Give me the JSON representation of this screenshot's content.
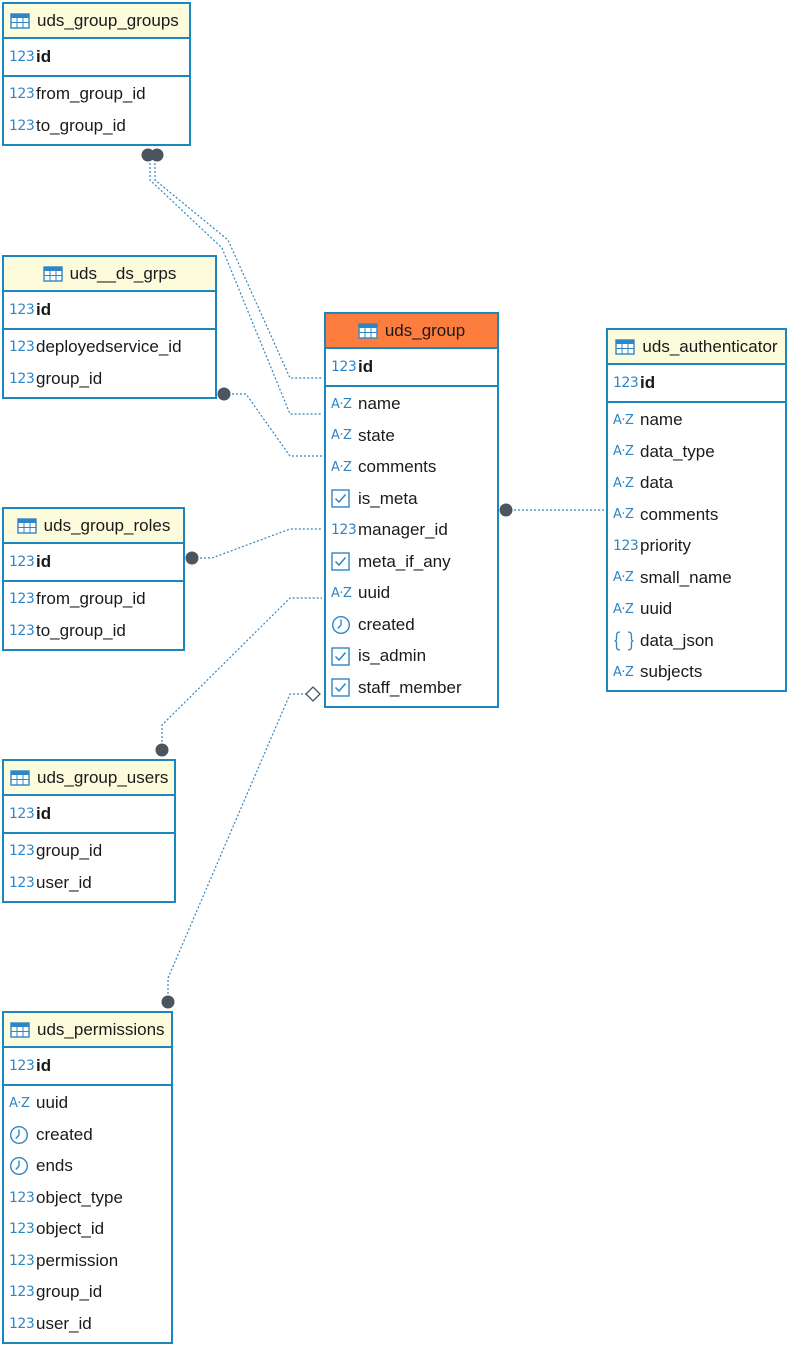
{
  "tables": {
    "uds_group_groups": {
      "title": "uds_group_groups",
      "pk": [
        {
          "name": "id",
          "type": "number"
        }
      ],
      "columns": [
        {
          "name": "from_group_id",
          "type": "number"
        },
        {
          "name": "to_group_id",
          "type": "number"
        }
      ]
    },
    "uds_ds_grps": {
      "title": "uds__ds_grps",
      "pk": [
        {
          "name": "id",
          "type": "number"
        }
      ],
      "columns": [
        {
          "name": "deployedservice_id",
          "type": "number"
        },
        {
          "name": "group_id",
          "type": "number"
        }
      ]
    },
    "uds_group_roles": {
      "title": "uds_group_roles",
      "pk": [
        {
          "name": "id",
          "type": "number"
        }
      ],
      "columns": [
        {
          "name": "from_group_id",
          "type": "number"
        },
        {
          "name": "to_group_id",
          "type": "number"
        }
      ]
    },
    "uds_group_users": {
      "title": "uds_group_users",
      "pk": [
        {
          "name": "id",
          "type": "number"
        }
      ],
      "columns": [
        {
          "name": "group_id",
          "type": "number"
        },
        {
          "name": "user_id",
          "type": "number"
        }
      ]
    },
    "uds_permissions": {
      "title": "uds_permissions",
      "pk": [
        {
          "name": "id",
          "type": "number"
        }
      ],
      "columns": [
        {
          "name": "uuid",
          "type": "text"
        },
        {
          "name": "created",
          "type": "datetime"
        },
        {
          "name": "ends",
          "type": "datetime"
        },
        {
          "name": "object_type",
          "type": "number"
        },
        {
          "name": "object_id",
          "type": "number"
        },
        {
          "name": "permission",
          "type": "number"
        },
        {
          "name": "group_id",
          "type": "number"
        },
        {
          "name": "user_id",
          "type": "number"
        }
      ]
    },
    "uds_group": {
      "title": "uds_group",
      "pk": [
        {
          "name": "id",
          "type": "number"
        }
      ],
      "columns": [
        {
          "name": "name",
          "type": "text"
        },
        {
          "name": "state",
          "type": "text"
        },
        {
          "name": "comments",
          "type": "text"
        },
        {
          "name": "is_meta",
          "type": "boolean"
        },
        {
          "name": "manager_id",
          "type": "number"
        },
        {
          "name": "meta_if_any",
          "type": "boolean"
        },
        {
          "name": "uuid",
          "type": "text"
        },
        {
          "name": "created",
          "type": "datetime"
        },
        {
          "name": "is_admin",
          "type": "boolean"
        },
        {
          "name": "staff_member",
          "type": "boolean"
        }
      ]
    },
    "uds_authenticator": {
      "title": "uds_authenticator",
      "pk": [
        {
          "name": "id",
          "type": "number"
        }
      ],
      "columns": [
        {
          "name": "name",
          "type": "text"
        },
        {
          "name": "data_type",
          "type": "text"
        },
        {
          "name": "data",
          "type": "text"
        },
        {
          "name": "comments",
          "type": "text"
        },
        {
          "name": "priority",
          "type": "number"
        },
        {
          "name": "small_name",
          "type": "text"
        },
        {
          "name": "uuid",
          "type": "text"
        },
        {
          "name": "data_json",
          "type": "json"
        },
        {
          "name": "subjects",
          "type": "text"
        }
      ]
    }
  },
  "relationships": [
    {
      "from": "uds_group_groups",
      "to": "uds_group",
      "end": "dot"
    },
    {
      "from": "uds_group_groups",
      "to": "uds_group",
      "end": "dot"
    },
    {
      "from": "uds_ds_grps",
      "to": "uds_group",
      "end": "dot"
    },
    {
      "from": "uds_group_roles",
      "to": "uds_group",
      "end": "dot"
    },
    {
      "from": "uds_group_users",
      "to": "uds_group",
      "end": "dot"
    },
    {
      "from": "uds_permissions",
      "to": "uds_group",
      "end": "diamond"
    },
    {
      "from": "uds_group",
      "to": "uds_authenticator",
      "end": "dot"
    }
  ],
  "colors": {
    "border": "#1b87bd",
    "header": "#fcfbdc",
    "header_main": "#fd7d3f",
    "link": "#2f86c4",
    "marker": "#4a5560",
    "type_icon": "#2f86c4"
  }
}
